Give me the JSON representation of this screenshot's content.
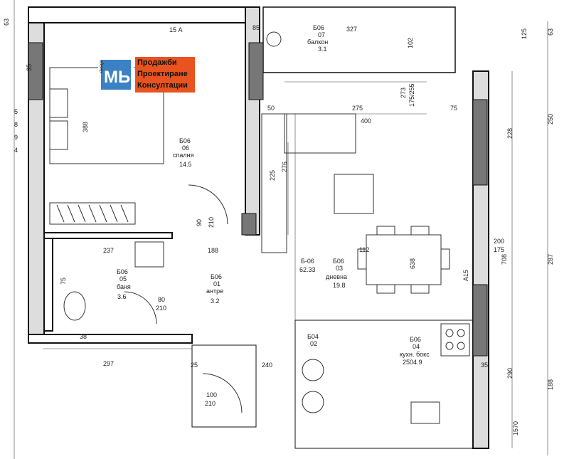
{
  "rooms": {
    "balcony": {
      "code": "Б06",
      "num": "07",
      "name": "балкон",
      "area": "3.1"
    },
    "bedroom": {
      "code": "Б06",
      "num": "06",
      "name": "спалня",
      "area": "14.5"
    },
    "bathroom": {
      "code": "Б06",
      "num": "05",
      "name": "баня",
      "area": "3.6"
    },
    "hall": {
      "code": "Б06",
      "num": "01",
      "name": "антре",
      "area": "3.2"
    },
    "living": {
      "code": "Б06",
      "num": "03",
      "name": "дневна",
      "area": "19.8"
    },
    "kitchen": {
      "code": "Б06",
      "num": "04",
      "name": "кухн. бокс",
      "area": "2504.9"
    },
    "unit": {
      "code": "Б-06",
      "area": "62.33"
    },
    "storage": {
      "code": "Б04",
      "num": "02"
    }
  },
  "dimensions": {
    "d15A": "15 А",
    "d327": "327",
    "d102": "102",
    "d125": "125",
    "d63a": "63",
    "d63b": "63",
    "d85": "85",
    "d35": "35",
    "d50": "50",
    "d275": "275",
    "d400": "400",
    "d273": "273",
    "d175_255": "175/255",
    "d75a": "75",
    "d250": "250",
    "d228": "228",
    "d388": "388",
    "d276": "276",
    "d225": "225",
    "d90": "90",
    "d210a": "210",
    "d237": "237",
    "d188a": "188",
    "d112": "112",
    "d638": "638",
    "d200": "200",
    "d175": "175",
    "d708": "708",
    "d287": "287",
    "dA15": "А15",
    "d75b": "75",
    "d80": "80",
    "d210b": "210",
    "d297": "297",
    "d25": "25",
    "d240": "240",
    "d35b": "35",
    "d290": "290",
    "d188b": "188",
    "d100": "100",
    "d210c": "210",
    "d1570": "1570",
    "d38": "38",
    "d5": "5",
    "d8": "8",
    "d9": "9",
    "d4": "4"
  },
  "logo": {
    "lines": [
      "Продажби",
      "Проектиране",
      "Консултации"
    ],
    "mark": "МЬ",
    "tag": "design",
    "colors": {
      "orange": "#e8531f",
      "blue": "#3b82c4"
    }
  }
}
